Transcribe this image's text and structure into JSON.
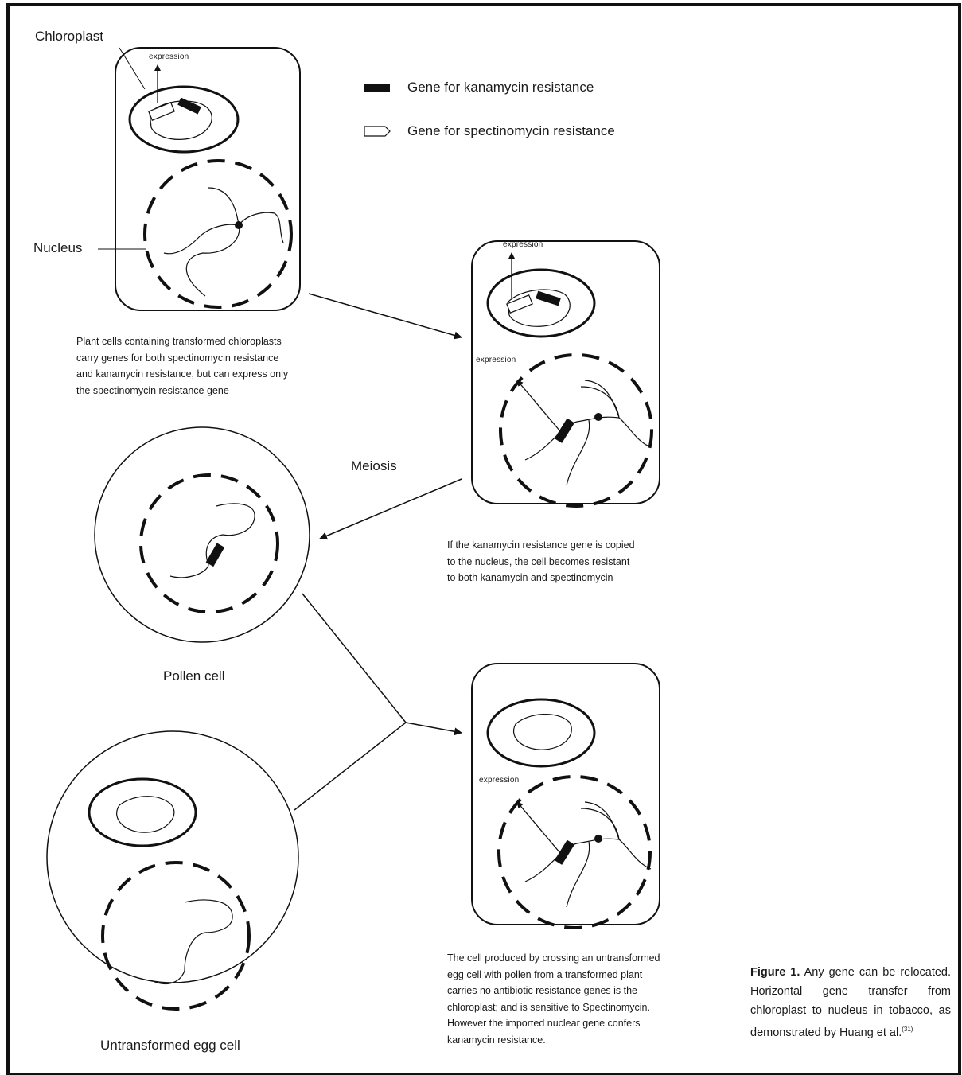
{
  "labels": {
    "chloroplast": "Chloroplast",
    "nucleus": "Nucleus",
    "meiosis": "Meiosis",
    "pollen_cell": "Pollen cell",
    "egg_cell": "Untransformed egg cell",
    "expression": "expression"
  },
  "legend": {
    "kanamycin": "Gene for kanamycin resistance",
    "spectinomycin": "Gene for spectinomycin resistance"
  },
  "descriptions": {
    "first": [
      "Plant cells containing transformed chloroplasts",
      "carry genes for both spectinomycin resistance",
      "and kanamycin resistance, but can express only",
      "the spectinomycin resistance gene"
    ],
    "second": [
      "If the kanamycin resistance gene is copied",
      "to the nucleus, the cell becomes resistant",
      "to both kanamycin and spectinomycin"
    ],
    "third": [
      "The cell produced by crossing an untransformed",
      "egg cell with pollen from a transformed plant",
      "carries no antibiotic resistance genes is the",
      "chloroplast; and is sensitive to Spectinomycin.",
      "However the imported nuclear gene confers",
      "kanamycin resistance."
    ]
  },
  "caption": {
    "label": "Figure 1.",
    "text": "Any gene can be relocated. Horizontal gene transfer from chloroplast to nucleus in tobacco, as demonstrated by Huang et al.",
    "ref": "(31)"
  }
}
